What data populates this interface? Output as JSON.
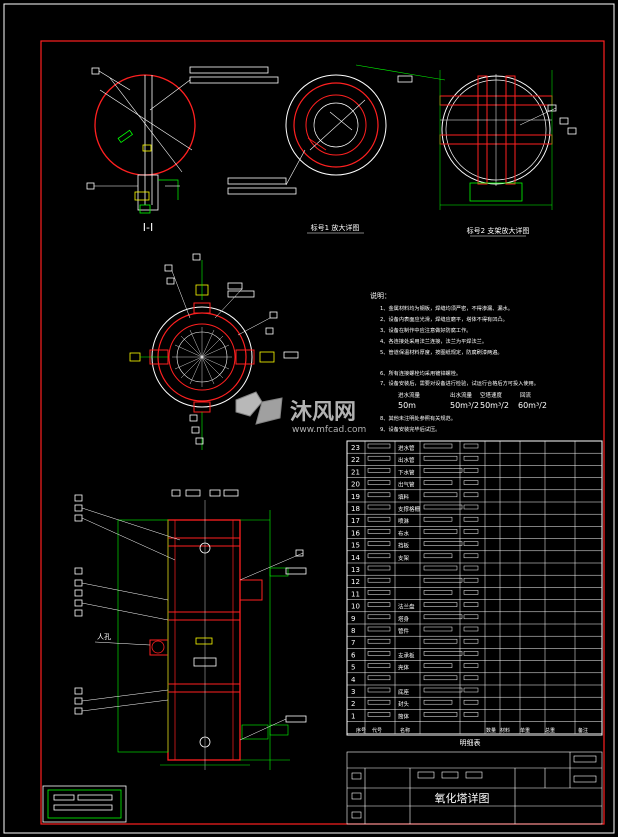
{
  "views": {
    "a_label": "I-I",
    "b_label": "标号1 放大详图",
    "c_label": "标号2 支架放大详图"
  },
  "notes": {
    "heading": "说明：",
    "items": [
      "1、金属材料均为钢板，焊缝均须严密，不得渗漏、漏水。",
      "2、设备内表面应光滑，焊缝应磨平，塔体不得有凹凸。",
      "3、设备在制作中应注意做好防腐工作。",
      "4、各连接处采用法兰连接，法兰为平焊法兰。",
      "5、管道保温材料厚度，按图纸规定，防腐刷漆两遍。",
      "6、所有连接螺栓均采用镀锌螺栓。",
      "7、设备安装后，需要对设备进行检验，试运行合格后方可投入使用。",
      "8、其他未注明处参照有关规范。",
      "9、设备安装完毕后试压。"
    ],
    "table_header": [
      "进水流量",
      "出水流量",
      "空塔速度",
      "回流"
    ],
    "table_values": [
      "50m",
      "50m³/2",
      "50m³/2",
      "60m³/2"
    ]
  },
  "manhole_label": "人孔",
  "watermark": {
    "brand": "沐风网",
    "url": "www.mfcad.com"
  },
  "bom": {
    "numbers": [
      "23",
      "22",
      "21",
      "20",
      "19",
      "18",
      "17",
      "16",
      "15",
      "14",
      "13",
      "12",
      "11",
      "10",
      "9",
      "8",
      "7",
      "6",
      "5",
      "4",
      "3",
      "2",
      "1"
    ],
    "names": [
      "进水管",
      "出水管",
      "下水管",
      "出气管",
      "填料",
      "支撑格栅",
      "喷淋",
      "布水",
      "挡板",
      "支架",
      "",
      "",
      "",
      "法兰盘",
      "塔身",
      "管件",
      "",
      "支承板",
      "壳体",
      "",
      "底座",
      "封头",
      "筒体"
    ],
    "col_headers": [
      "序号",
      "代号",
      "名称",
      "数量",
      "材料",
      "单重",
      "总重",
      "备注"
    ],
    "footer_label": "明细表"
  },
  "title_block": {
    "drawing_title": "氧化塔详图"
  }
}
